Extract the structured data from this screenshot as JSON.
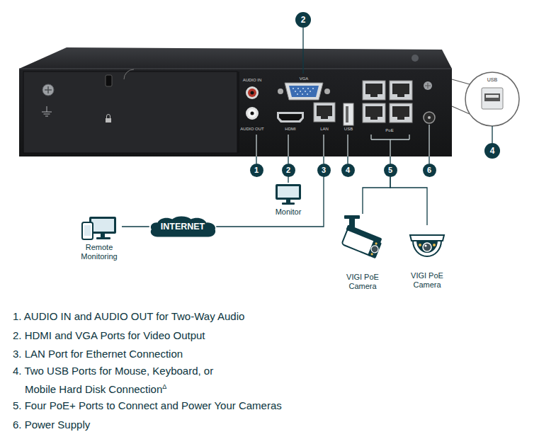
{
  "diagram": {
    "nodes": [
      {
        "text": [
          "2"
        ]
      },
      {
        "text": [
          "4"
        ]
      },
      {
        "text": [
          "1"
        ]
      },
      {
        "text": [
          "2"
        ]
      },
      {
        "text": [
          "3"
        ]
      },
      {
        "text": [
          "4"
        ]
      },
      {
        "text": [
          "5"
        ]
      },
      {
        "text": [
          "6"
        ]
      },
      {
        "text": [
          "Monitor"
        ]
      },
      {
        "text": [
          "Remote Monitoring"
        ]
      },
      {
        "text": [
          "INTERNET"
        ]
      },
      {
        "text": [
          "VIGI PoE Camera"
        ]
      },
      {
        "text": [
          "VIGI PoE Camera"
        ]
      }
    ],
    "edges": [
      {
        "from": 3,
        "to": 8,
        "arrow": "none"
      },
      {
        "from": 4,
        "to": 10,
        "arrow": "none"
      },
      {
        "from": 10,
        "to": 9,
        "arrow": "none"
      },
      {
        "from": 6,
        "to": 11,
        "arrow": "none"
      },
      {
        "from": 6,
        "to": 12,
        "arrow": "none"
      }
    ],
    "labels": [
      "AUDIO IN",
      "VGA",
      "AUDIO OUT",
      "HDMI",
      "LAN",
      "USB",
      "PoE",
      "USB",
      "1. AUDIO IN and AUDIO OUT for Two-Way Audio",
      "2. HDMI and VGA Ports for Video Output",
      "3. LAN Port for Ethernet Connection",
      "4. Two USB Ports for Mouse, Keyboard, or Mobile Hard Disk Connection",
      "5. Four PoE+ Ports to Connect and Power Your Cameras",
      "6. Power Supply",
      "Δ"
    ]
  }
}
